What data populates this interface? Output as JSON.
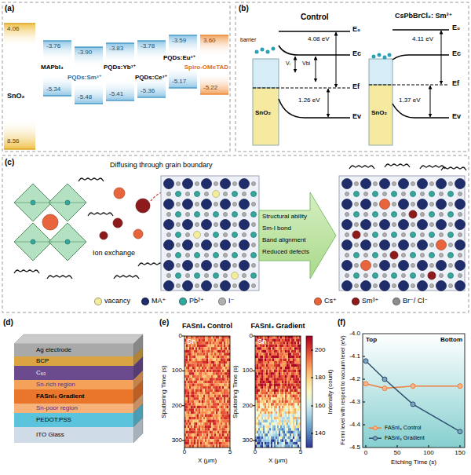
{
  "diagram": {
    "nodes": [
      {
        "text": [
          "Ag electrode"
        ]
      },
      {
        "text": [
          "BCP"
        ]
      },
      {
        "text": [
          "C₆₀"
        ]
      },
      {
        "text": [
          "Sn-rich region"
        ]
      },
      {
        "text": [
          "FASnI₃ Gradient"
        ]
      },
      {
        "text": [
          "Sn-poor region"
        ]
      },
      {
        "text": [
          "PEDOT:PSS"
        ]
      },
      {
        "text": [
          "ITO Glass"
        ]
      }
    ],
    "labels": [
      "(a)",
      "4.06",
      "-3.76",
      "-3.90",
      "-3.83",
      "-3.78",
      "-3.59",
      "3.60",
      "MAPbI₃",
      "PQDs:Sm³⁺",
      "PQDs:Yb³⁺",
      "PQDs:Ce³⁺",
      "PQDs:Eu³⁺",
      "Spiro-OMeTAD",
      "SnO₂",
      "-5.34",
      "-5.48",
      "-5.41",
      "-5.36",
      "-5.17",
      "-5.22",
      "8.56",
      "(b)",
      "Control",
      "CsPbBrCl₂: Sm³⁺",
      "E₀",
      "Ec",
      "Ef",
      "Ev",
      "barrier",
      "Vᵢ",
      "Vbi",
      "4.08 eV",
      "1.26 eV",
      "SnO₂",
      "E₀",
      "Ec",
      "Ef",
      "Ev",
      "4.11 eV",
      "1.37 eV",
      "SnO₂",
      "(c)",
      "Diffusing through grain boundary",
      "Ion exchange",
      "Structural ability",
      "Sm-I bond",
      "Band alignment",
      "Reduced defects",
      "(d)",
      "(e)",
      "FASnI₃ Control",
      "FASnI₃ Gradient",
      "Sn",
      "Sn",
      "Sputtering Time (s)",
      "0",
      "100",
      "200",
      "300",
      "X (μm)",
      "0",
      "5",
      "Sputtering Time (s)",
      "0",
      "100",
      "200",
      "300",
      "X (μm)",
      "0",
      "5",
      "Intensity (count)",
      "200",
      "180",
      "160",
      "140",
      "(f)",
      "Top",
      "Bottom",
      "Fermi level with respect to vacuum level (eV)",
      "-4.0",
      "-4.1",
      "-4.2",
      "-4.3",
      "-4.4",
      "-4.5",
      "0",
      "50",
      "100",
      "150",
      "Etching Time (s)"
    ],
    "legend": [
      {
        "text": "vacancy",
        "color": "#f2ec9c"
      },
      {
        "text": "MA⁺",
        "color": "#1f2d6b"
      },
      {
        "text": "Pb²⁺",
        "color": "#35a79c"
      },
      {
        "text": "I⁻",
        "color": "#b0b0b0"
      },
      {
        "text": "Cs⁺",
        "color": "#e8643c"
      },
      {
        "text": "Sm³⁺",
        "color": "#8e1b1b"
      },
      {
        "text": "Br⁻/ Cl⁻",
        "color": "#8c8c8c"
      },
      {
        "text": "FASnI₃ Control"
      },
      {
        "text": "FASnI₃ Gradient"
      }
    ]
  }
}
